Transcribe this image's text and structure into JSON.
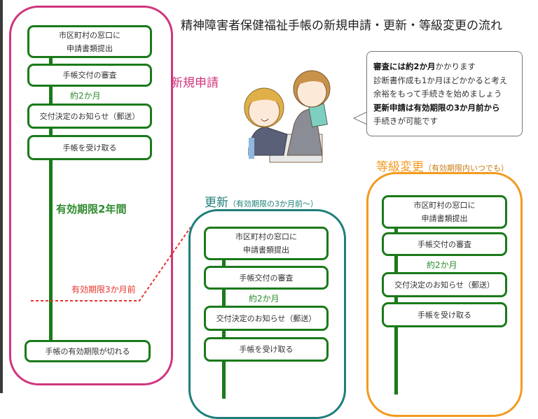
{
  "title": "精神障害者保健福祉手帳の新規申請・更新・等級変更の流れ",
  "colors": {
    "new": "#d0357f",
    "renew": "#1e7f7a",
    "grade": "#f39a1e",
    "flow": "#1a7a1a",
    "warn": "#e8332a"
  },
  "new_application": {
    "label": "新規申請",
    "steps": [
      "市区町村の窓口に",
      "申請書類提出",
      "手帳交付の審査",
      "交付決定のお知らせ（郵送）",
      "手帳を受け取る"
    ],
    "duration": "約2か月",
    "validity": "有効期限2年間",
    "three_months_before": "有効期限3か月前",
    "expiry": "手帳の有効期限が切れる"
  },
  "renewal": {
    "label": "更新",
    "note": "（有効期限の3か月前～）",
    "steps": [
      "市区町村の窓口に",
      "申請書類提出",
      "手帳交付の審査",
      "交付決定のお知らせ（郵送）",
      "手帳を受け取る"
    ],
    "duration": "約2か月"
  },
  "grade_change": {
    "label": "等級変更",
    "note": "（有効期限内いつでも）",
    "steps": [
      "市区町村の窓口に",
      "申請書類提出",
      "手帳交付の審査",
      "交付決定のお知らせ（郵送）",
      "手帳を受け取る"
    ],
    "duration": "約2か月"
  },
  "callout": {
    "l1b": "審査には約2か月",
    "l1": "かかります",
    "l2": "診断書作成も1か月ほどかかると考え",
    "l3": "余裕をもって手続きを始めましょう",
    "l4b": "更新申請は有効期限の3か月前から",
    "l5": "手続きが可能です"
  }
}
